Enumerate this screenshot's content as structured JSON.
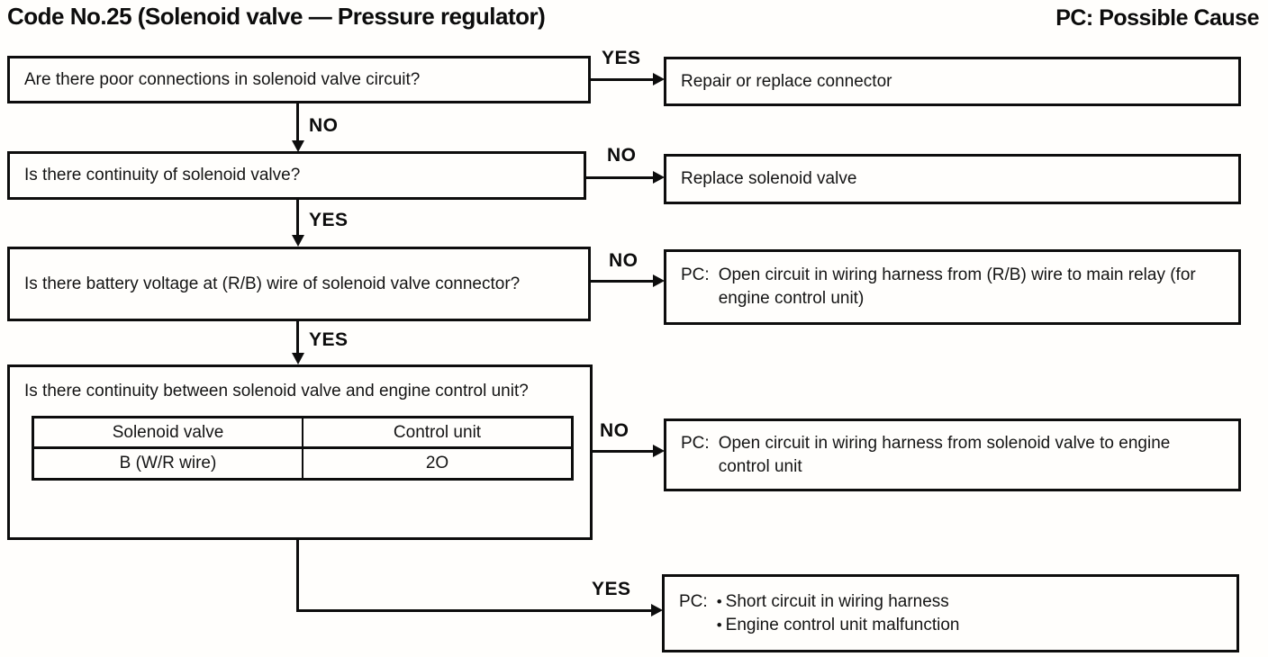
{
  "header": {
    "title": "Code No.25 (Solenoid valve — Pressure regulator)",
    "legend": "PC: Possible Cause"
  },
  "steps": [
    {
      "question": "Are there poor connections in solenoid valve circuit?",
      "side_label": "YES",
      "down_label": "NO",
      "result": "Repair or replace connector"
    },
    {
      "question": "Is there continuity of solenoid valve?",
      "side_label": "NO",
      "down_label": "YES",
      "result": "Replace solenoid valve"
    },
    {
      "question": "Is there battery voltage at (R/B) wire of solenoid valve connector?",
      "side_label": "NO",
      "down_label": "YES",
      "result_prefix": "PC:",
      "result": "Open circuit in wiring harness from (R/B) wire to main relay (for engine control unit)"
    },
    {
      "question": "Is there continuity between solenoid valve and engine control unit?",
      "side_label": "NO",
      "down_label": "YES",
      "result_prefix": "PC:",
      "result": "Open circuit in wiring harness from solenoid valve to engine control unit",
      "table": {
        "headers": [
          "Solenoid valve",
          "Control unit"
        ],
        "rows": [
          [
            "B (W/R wire)",
            "2O"
          ]
        ]
      }
    },
    {
      "result_prefix": "PC:",
      "bullet": "•",
      "result_bullets": [
        "Short circuit in wiring harness",
        "Engine control unit malfunction"
      ]
    }
  ]
}
